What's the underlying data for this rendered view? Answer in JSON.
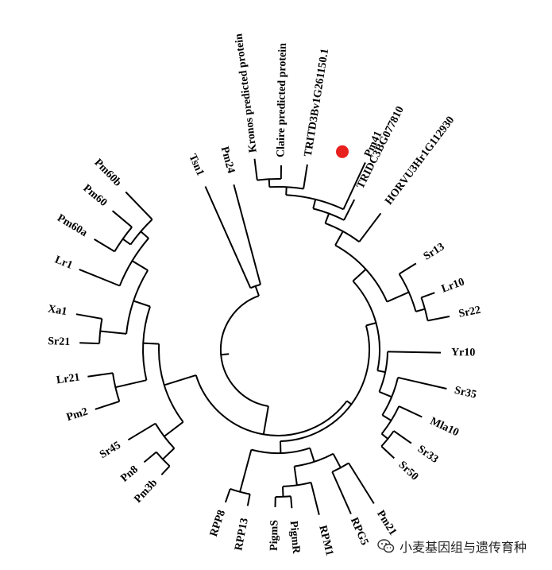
{
  "tree": {
    "leaves": [
      {
        "name": "Kronos predicted protein"
      },
      {
        "name": "Claire predicted protein"
      },
      {
        "name": "TRITD3Bv1G261150.1"
      },
      {
        "name": "Pm41",
        "highlight": true
      },
      {
        "name": "TRIDC3BG077810"
      },
      {
        "name": "HORVU3Hr1G112930"
      },
      {
        "name": "Sr13"
      },
      {
        "name": "Lr10"
      },
      {
        "name": "Sr22"
      },
      {
        "name": "Yr10"
      },
      {
        "name": "Sr35"
      },
      {
        "name": "Mla10"
      },
      {
        "name": "Sr33"
      },
      {
        "name": "Sr50"
      },
      {
        "name": "Pm21"
      },
      {
        "name": "RPG5"
      },
      {
        "name": "RPM1"
      },
      {
        "name": "PigmR"
      },
      {
        "name": "PigmS"
      },
      {
        "name": "RPP13"
      },
      {
        "name": "RPP8"
      },
      {
        "name": "Pm3b"
      },
      {
        "name": "Pn8"
      },
      {
        "name": "Sr45"
      },
      {
        "name": "Pm2"
      },
      {
        "name": "Lr21"
      },
      {
        "name": "Sr21"
      },
      {
        "name": "Xa1"
      },
      {
        "name": "Lr1"
      },
      {
        "name": "Pm60a"
      },
      {
        "name": "Pm60"
      },
      {
        "name": "Pm60b"
      },
      {
        "name": "Tsn1"
      },
      {
        "name": "Pm24"
      }
    ],
    "highlight_color": "#e8201e"
  },
  "watermark": {
    "text": "小麦基因组与遗传育种",
    "icon": "wechat-icon"
  }
}
